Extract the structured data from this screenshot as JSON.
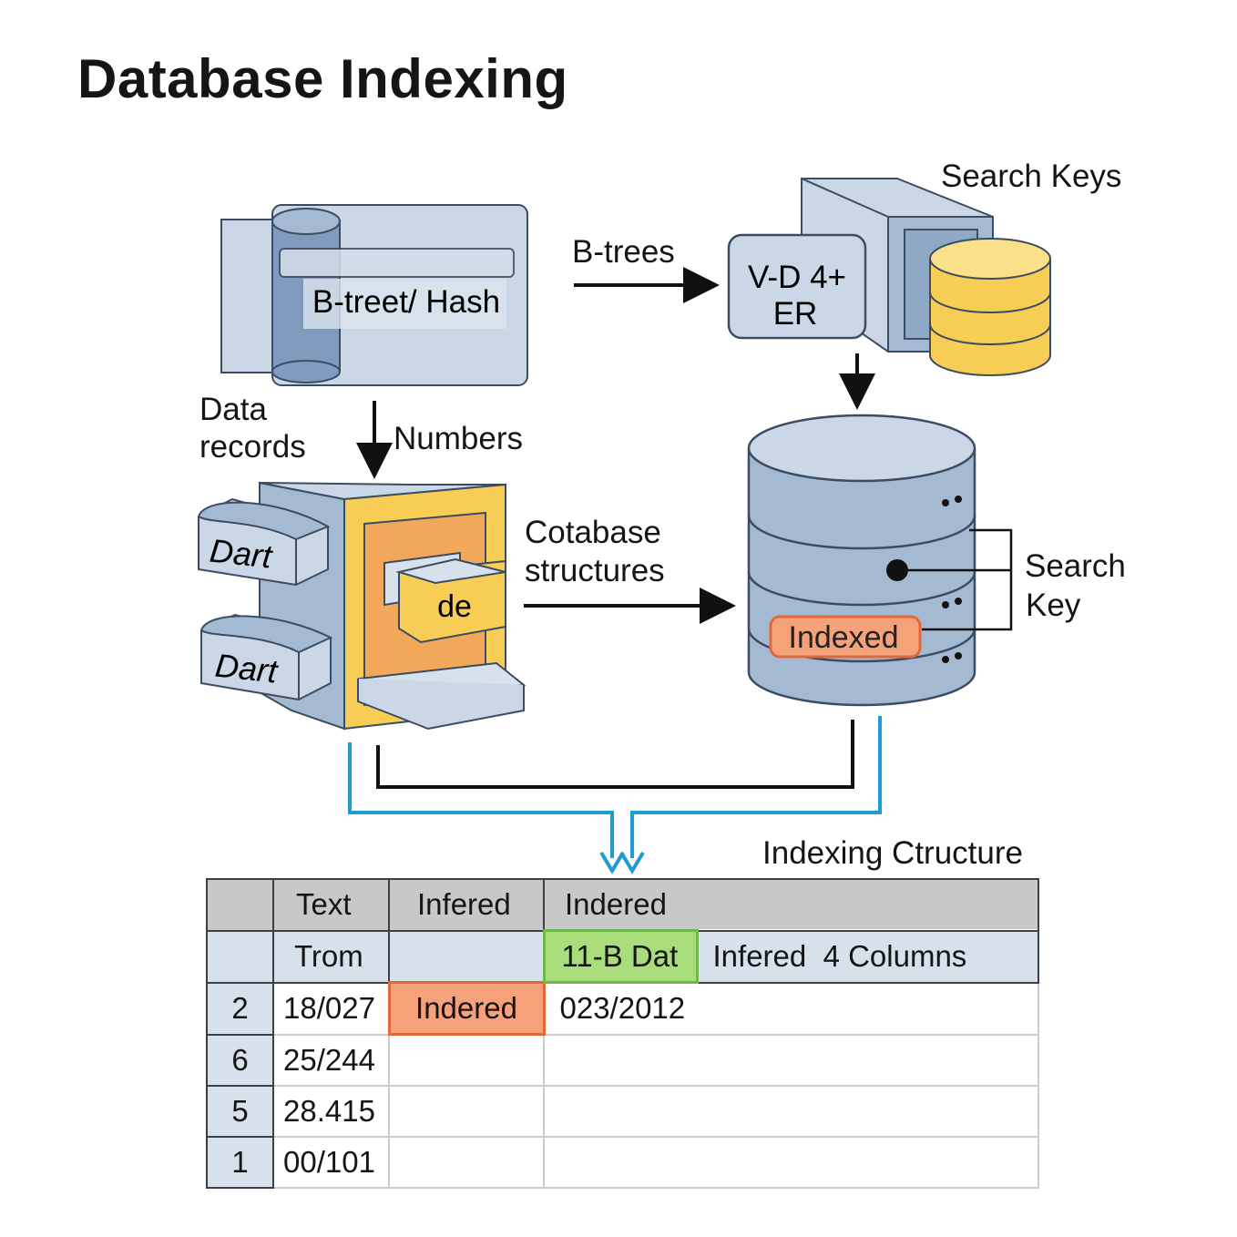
{
  "title": "Database Indexing",
  "labels": {
    "hash_box": "B-treet/ Hash",
    "b_trees": "B-trees",
    "vd_box_line1": "V-D 4+",
    "vd_box_line2": "ER",
    "search_keys": "Search Keys",
    "data_records_line1": "Data",
    "data_records_line2": "records",
    "numbers": "Numbers",
    "dart_top": "Dart",
    "dart_bottom": "Dart",
    "de": "de",
    "cotabase_line1": "Cotabase",
    "cotabase_line2": "structures",
    "search_key_line1": "Search",
    "search_key_line2": "Key",
    "indexed_badge": "Indexed",
    "indexing_structure": "Indexing Ctructure"
  },
  "table": {
    "header1": [
      "",
      "Text",
      "Infered",
      "Indered"
    ],
    "header2": [
      "",
      "Trom",
      "",
      "11-B Dat",
      "Infered  4 Columns"
    ],
    "rows": [
      {
        "num": "2",
        "value": "18/027",
        "tag": "Indered",
        "date": "023/2012"
      },
      {
        "num": "6",
        "value": "25/244",
        "tag": "",
        "date": ""
      },
      {
        "num": "5",
        "value": "28.415",
        "tag": "",
        "date": ""
      },
      {
        "num": "1",
        "value": "00/101",
        "tag": "",
        "date": ""
      }
    ]
  },
  "colors": {
    "blue_fill": "#c9d7e6",
    "blue_dark": "#7f9bbd",
    "outline": "#3c4c63",
    "yellow": "#f7cd55",
    "orange": "#f2a85a",
    "indexed_orange": "#f5a27a",
    "green": "#a9dc7a",
    "connector_blue": "#1f9bd6"
  }
}
